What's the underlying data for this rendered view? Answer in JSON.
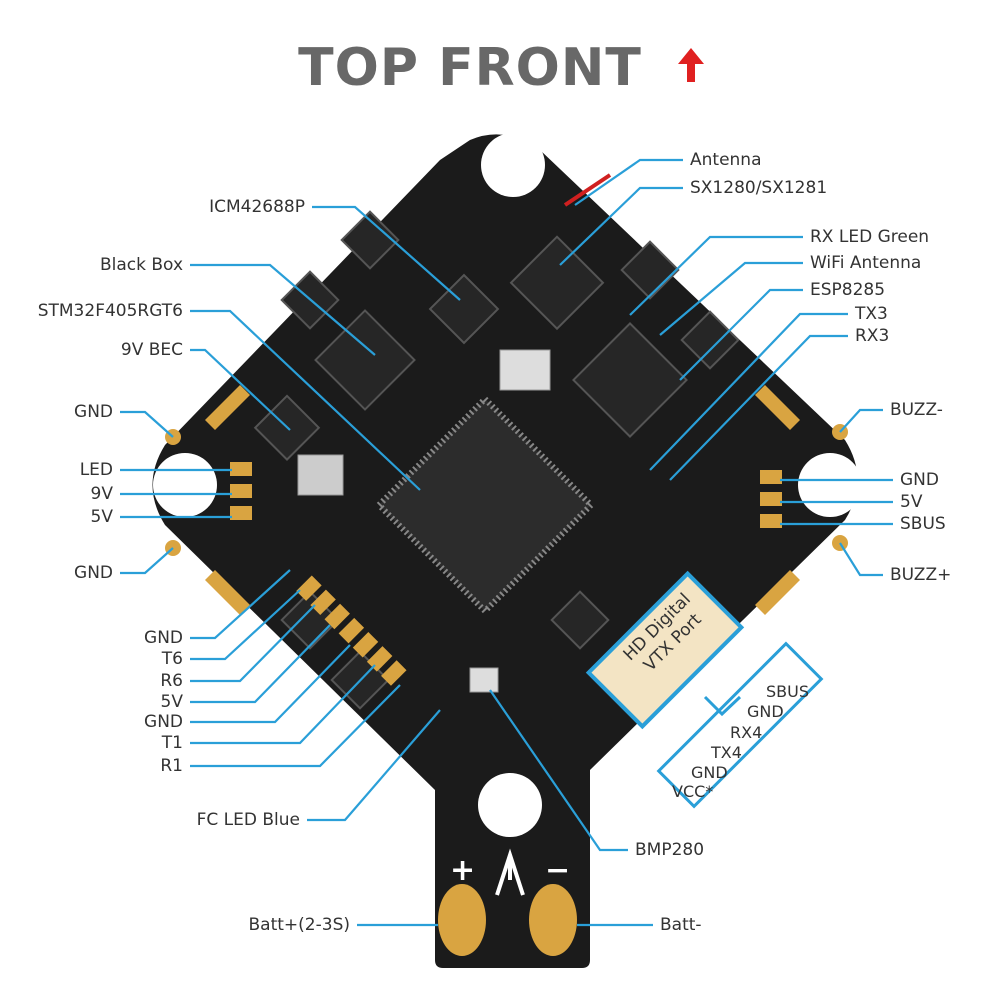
{
  "title": "TOP FRONT",
  "arrow_icon": "red-up-arrow",
  "accent_color": "#2a9fd8",
  "arrow_color": "#e02020",
  "labels_left": {
    "icm": "ICM42688P",
    "blackbox": "Black Box",
    "mcu": "STM32F405RGT6",
    "bec": "9V BEC",
    "gnd_top": "GND",
    "led": "LED",
    "v9": "9V",
    "v5": "5V",
    "gnd_mid": "GND",
    "gnd_uart": "GND",
    "t6": "T6",
    "r6": "R6",
    "v5_uart": "5V",
    "gnd_uart2": "GND",
    "t1": "T1",
    "r1": "R1",
    "fc_led": "FC LED Blue",
    "batt_plus": "Batt+(2-3S)"
  },
  "labels_right": {
    "antenna": "Antenna",
    "sx": "SX1280/SX1281",
    "rx_led": "RX LED Green",
    "wifi": "WiFi Antenna",
    "esp": "ESP8285",
    "tx3": "TX3",
    "rx3": "RX3",
    "buzz_minus": "BUZZ-",
    "gnd": "GND",
    "v5": "5V",
    "sbus": "SBUS",
    "buzz_plus": "BUZZ+",
    "bmp": "BMP280",
    "batt_minus": "Batt-"
  },
  "vtx_port": {
    "line1": "HD Digital",
    "line2": "VTX Port"
  },
  "vtx_pins": [
    "SBUS",
    "GND",
    "RX4",
    "TX4",
    "GND",
    "VCC*"
  ],
  "tail_marks": {
    "plus": "+",
    "minus": "−"
  }
}
